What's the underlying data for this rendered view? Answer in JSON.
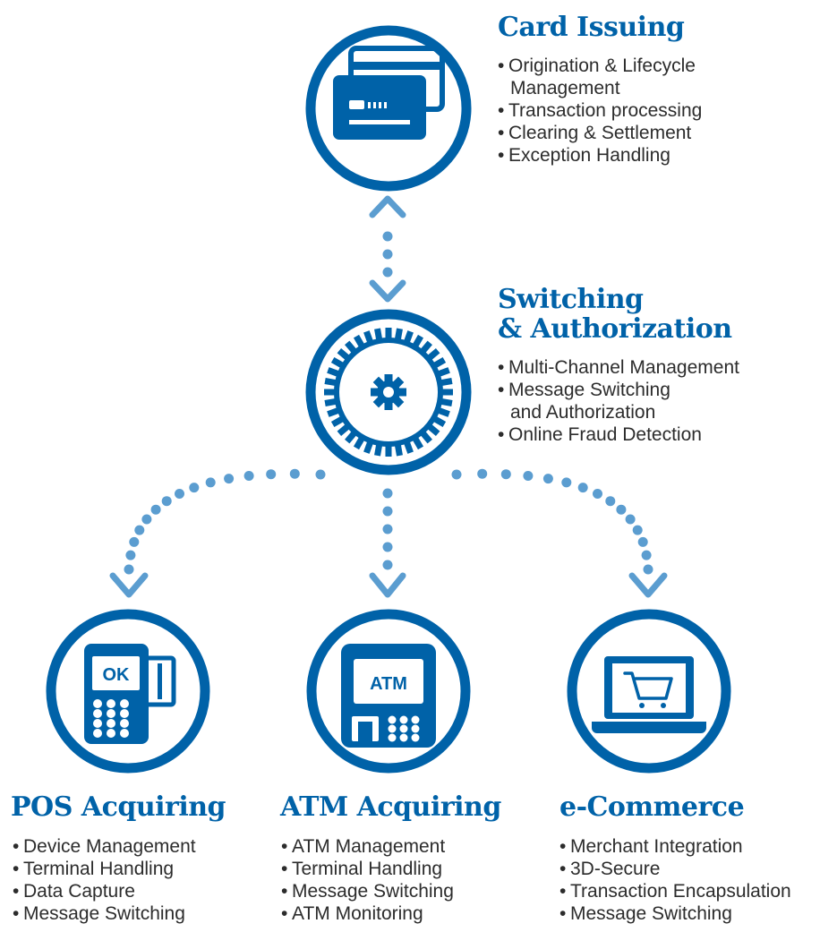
{
  "colors": {
    "ring": "#0062a8",
    "dots": "#5b9dd0",
    "title": "#0062a8",
    "text": "#2c2c2c"
  },
  "nodes": {
    "card_issuing": {
      "title": "Card Issuing",
      "icon": "credit-cards-icon",
      "bullets": [
        [
          "Origination & Lifecycle",
          "Management"
        ],
        [
          "Transaction processing"
        ],
        [
          "Clearing & Settlement"
        ],
        [
          "Exception Handling"
        ]
      ]
    },
    "switching": {
      "title_lines": [
        "Switching",
        "& Authorization"
      ],
      "icon": "gear-icon",
      "bullets": [
        [
          "Multi-Channel Management"
        ],
        [
          "Message Switching",
          "and Authorization"
        ],
        [
          "Online Fraud Detection"
        ]
      ]
    },
    "pos": {
      "title": "POS Acquiring",
      "icon": "pos-terminal-icon",
      "screen_label": "OK",
      "bullets": [
        [
          "Device Management"
        ],
        [
          "Terminal Handling"
        ],
        [
          "Data Capture"
        ],
        [
          "Message Switching"
        ]
      ]
    },
    "atm": {
      "title": "ATM Acquiring",
      "icon": "atm-machine-icon",
      "screen_label": "ATM",
      "bullets": [
        [
          "ATM Management"
        ],
        [
          "Terminal Handling"
        ],
        [
          "Message Switching"
        ],
        [
          "ATM Monitoring"
        ]
      ]
    },
    "ecommerce": {
      "title": "e-Commerce",
      "icon": "laptop-cart-icon",
      "bullets": [
        [
          "Merchant Integration"
        ],
        [
          "3D-Secure"
        ],
        [
          "Transaction Encapsulation"
        ],
        [
          "Message Switching"
        ]
      ]
    }
  }
}
